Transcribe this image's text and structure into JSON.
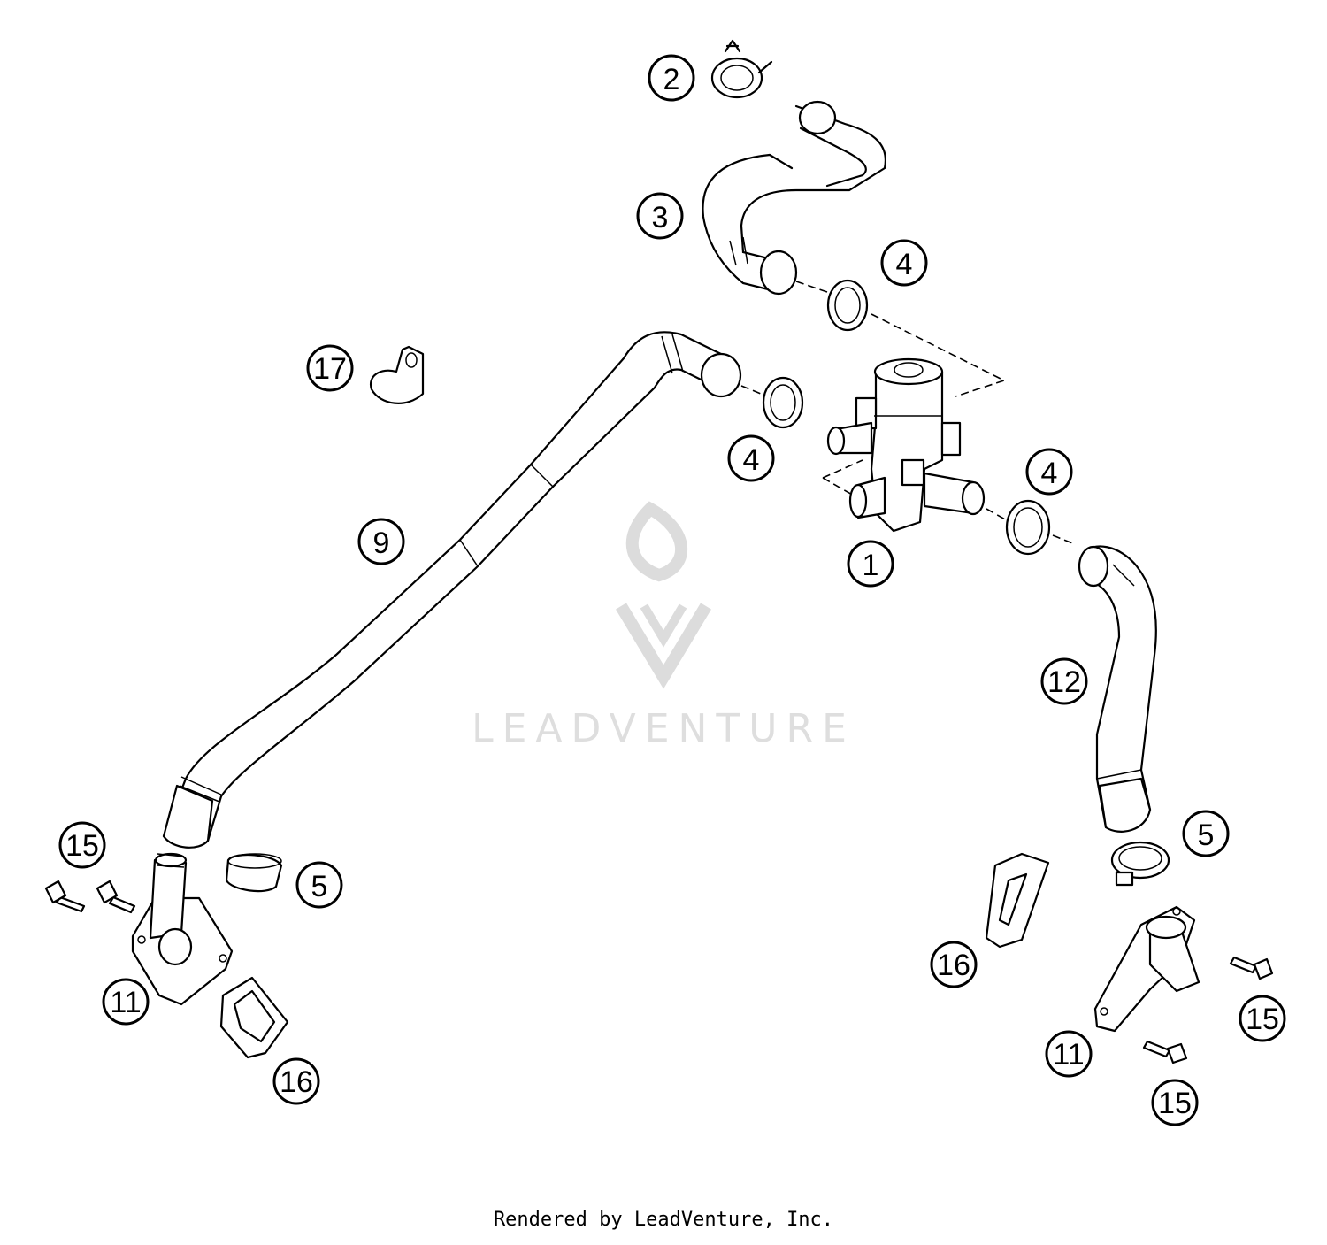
{
  "diagram": {
    "watermark_text": "LEADVENTURE",
    "footer": "Rendered by LeadVenture, Inc.",
    "callouts": [
      {
        "id": "c-1",
        "label": "1"
      },
      {
        "id": "c-2",
        "label": "2"
      },
      {
        "id": "c-3",
        "label": "3"
      },
      {
        "id": "c-4a",
        "label": "4"
      },
      {
        "id": "c-4b",
        "label": "4"
      },
      {
        "id": "c-4c",
        "label": "4"
      },
      {
        "id": "c-5a",
        "label": "5"
      },
      {
        "id": "c-5b",
        "label": "5"
      },
      {
        "id": "c-9",
        "label": "9"
      },
      {
        "id": "c-11a",
        "label": "11"
      },
      {
        "id": "c-11b",
        "label": "11"
      },
      {
        "id": "c-12",
        "label": "12"
      },
      {
        "id": "c-15a",
        "label": "15"
      },
      {
        "id": "c-15b",
        "label": "15"
      },
      {
        "id": "c-15c",
        "label": "15"
      },
      {
        "id": "c-16a",
        "label": "16"
      },
      {
        "id": "c-16b",
        "label": "16"
      },
      {
        "id": "c-17",
        "label": "17"
      }
    ]
  }
}
